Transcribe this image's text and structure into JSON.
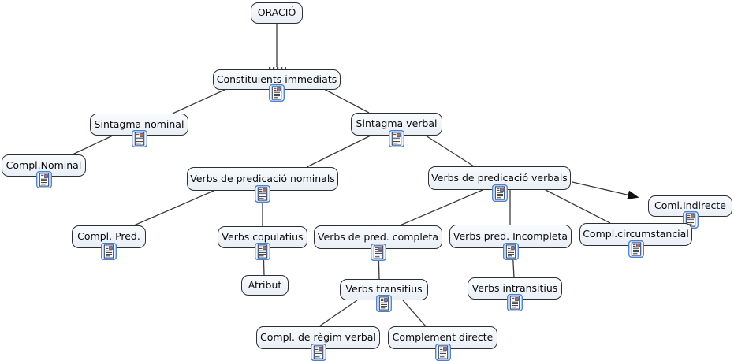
{
  "diagram": {
    "type": "concept-map",
    "topic": "ORACIÓ",
    "nodes": [
      {
        "id": "oracio",
        "label": "ORACIÓ",
        "has_resource_icon": false
      },
      {
        "id": "constituients-immediats",
        "label": "Constituients immediats",
        "has_resource_icon": true
      },
      {
        "id": "sintagma-nominal",
        "label": "Sintagma nominal",
        "has_resource_icon": true
      },
      {
        "id": "sintagma-verbal",
        "label": "Sintagma verbal",
        "has_resource_icon": true
      },
      {
        "id": "compl-nominal",
        "label": "Compl.Nominal",
        "has_resource_icon": true
      },
      {
        "id": "verbs-predicacio-nominals",
        "label": "Verbs de predicació nominals",
        "has_resource_icon": true
      },
      {
        "id": "verbs-predicacio-verbals",
        "label": "Verbs de predicació verbals",
        "has_resource_icon": true
      },
      {
        "id": "coml-indirecte",
        "label": "Coml.Indirecte",
        "has_resource_icon": true
      },
      {
        "id": "compl-pred",
        "label": "Compl. Pred.",
        "has_resource_icon": true
      },
      {
        "id": "verbs-copulatius",
        "label": "Verbs copulatius",
        "has_resource_icon": true
      },
      {
        "id": "verbs-pred-completa",
        "label": "Verbs de pred. completa",
        "has_resource_icon": true
      },
      {
        "id": "verbs-pred-incompleta",
        "label": "Verbs pred. Incompleta",
        "has_resource_icon": true
      },
      {
        "id": "compl-circumstancial",
        "label": "Compl.circumstancial",
        "has_resource_icon": true
      },
      {
        "id": "atribut",
        "label": "Atribut",
        "has_resource_icon": false
      },
      {
        "id": "verbs-transitius",
        "label": "Verbs transitius",
        "has_resource_icon": true
      },
      {
        "id": "verbs-intransitius",
        "label": "Verbs intransitius",
        "has_resource_icon": true
      },
      {
        "id": "compl-regim-verbal",
        "label": "Compl. de règim verbal",
        "has_resource_icon": true
      },
      {
        "id": "complement-directe",
        "label": "Complement directe",
        "has_resource_icon": true
      }
    ],
    "edges": [
      {
        "from": "oracio",
        "to": "constituients-immediats",
        "style": "line-with-dots"
      },
      {
        "from": "constituients-immediats",
        "to": "sintagma-nominal",
        "style": "line"
      },
      {
        "from": "constituients-immediats",
        "to": "sintagma-verbal",
        "style": "line"
      },
      {
        "from": "sintagma-nominal",
        "to": "compl-nominal",
        "style": "line"
      },
      {
        "from": "sintagma-verbal",
        "to": "verbs-predicacio-nominals",
        "style": "line"
      },
      {
        "from": "sintagma-verbal",
        "to": "verbs-predicacio-verbals",
        "style": "line"
      },
      {
        "from": "verbs-predicacio-nominals",
        "to": "compl-pred",
        "style": "line"
      },
      {
        "from": "verbs-predicacio-nominals",
        "to": "verbs-copulatius",
        "style": "line"
      },
      {
        "from": "verbs-copulatius",
        "to": "atribut",
        "style": "line"
      },
      {
        "from": "verbs-predicacio-verbals",
        "to": "verbs-pred-completa",
        "style": "line"
      },
      {
        "from": "verbs-predicacio-verbals",
        "to": "verbs-pred-incompleta",
        "style": "line"
      },
      {
        "from": "verbs-predicacio-verbals",
        "to": "compl-circumstancial",
        "style": "line"
      },
      {
        "from": "verbs-predicacio-verbals",
        "to": "coml-indirecte",
        "style": "arrow"
      },
      {
        "from": "verbs-pred-completa",
        "to": "verbs-transitius",
        "style": "line"
      },
      {
        "from": "verbs-pred-incompleta",
        "to": "verbs-intransitius",
        "style": "line"
      },
      {
        "from": "verbs-transitius",
        "to": "compl-regim-verbal",
        "style": "line"
      },
      {
        "from": "verbs-transitius",
        "to": "complement-directe",
        "style": "line"
      }
    ],
    "icon_meaning": "resource-icon"
  },
  "colors": {
    "canvas_bg": "#ffffff",
    "node_fill_top": "#f8fbfe",
    "node_fill_bottom": "#e9eff6",
    "node_border": "#2f2f2f",
    "edge_line": "#3a3a3a",
    "arrowhead": "#111111",
    "icon_border": "#4a7fce",
    "icon_bg": "#edf4fd",
    "icon_thumb_red": "#c4685a",
    "icon_thumb_blue": "#2a4a88"
  }
}
